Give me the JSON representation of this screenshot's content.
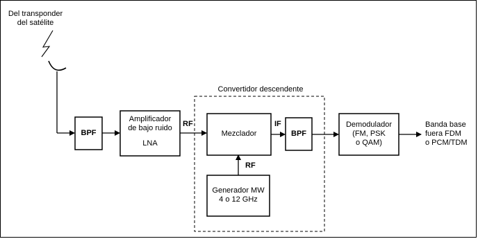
{
  "source_label": [
    "Del transponder",
    "del satélite"
  ],
  "blocks": {
    "bpf1": "BPF",
    "lna_line1": "Amplificador",
    "lna_line2": "de bajo ruido",
    "lna_line3": "LNA",
    "mixer": "Mezclador",
    "bpf2": "BPF",
    "generator_line1": "Generador MW",
    "generator_line2": "4 o 12 GHz",
    "demod_line1": "Demodulador",
    "demod_line2": "(FM, PSK",
    "demod_line3": "o QAM)"
  },
  "group_label": "Convertidor descendente",
  "signals": {
    "rf_out": "RF",
    "if_out": "IF",
    "rf_lo": "RF"
  },
  "output_label": [
    "Banda base",
    "fuera FDM",
    "o PCM/TDM"
  ],
  "colors": {
    "ink": "#000000",
    "background": "#ffffff"
  }
}
